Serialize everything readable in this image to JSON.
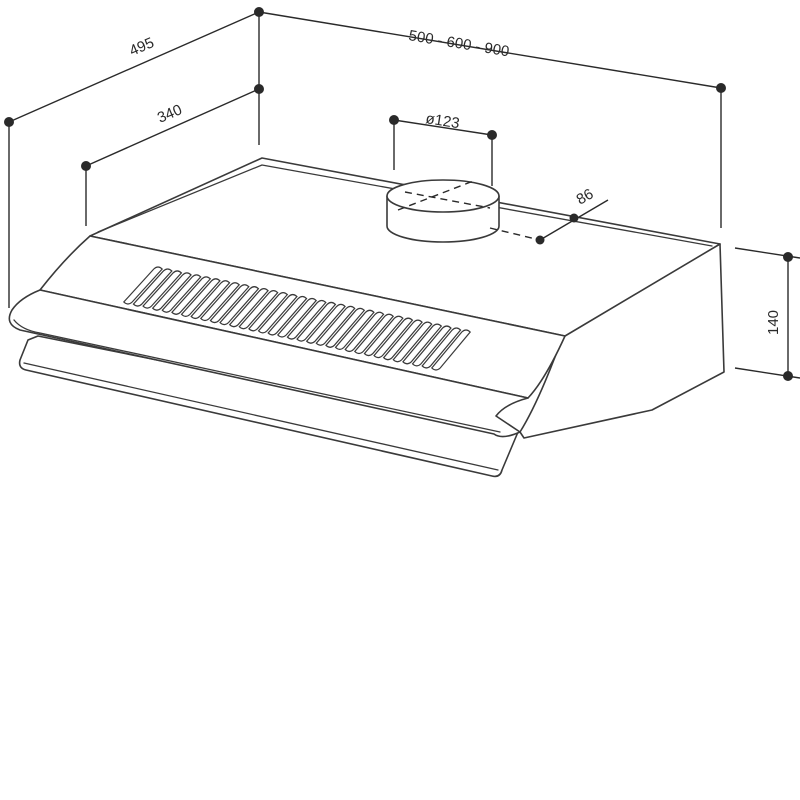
{
  "diagram": {
    "colors": {
      "line": "#3a3a3a",
      "dimension": "#2a2a2a",
      "background": "#ffffff"
    },
    "dimensions": {
      "depth_total": "495",
      "depth_mounting": "340",
      "width_options": "500 - 600 - 900",
      "outlet_diameter": "ø123",
      "outlet_offset": "86",
      "height": "140"
    },
    "grille_slot_count": 33
  }
}
